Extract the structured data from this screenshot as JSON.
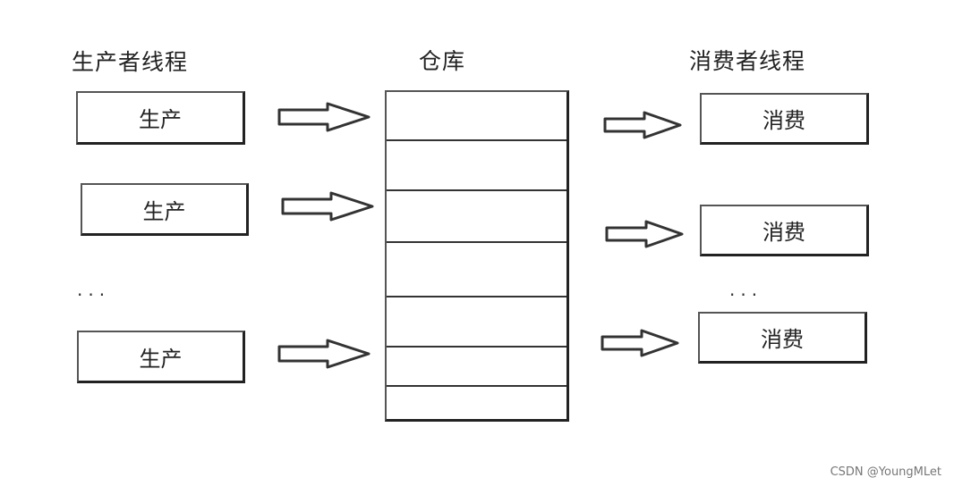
{
  "headings": {
    "producer": "生产者线程",
    "warehouse": "仓库",
    "consumer": "消费者线程"
  },
  "producers": [
    {
      "label": "生产"
    },
    {
      "label": "生产"
    },
    {
      "label": "生产"
    }
  ],
  "consumers": [
    {
      "label": "消费"
    },
    {
      "label": "消费"
    },
    {
      "label": "消费"
    }
  ],
  "ellipsis": {
    "producer": "...",
    "consumer": "..."
  },
  "watermark": "CSDN @YoungMLet"
}
